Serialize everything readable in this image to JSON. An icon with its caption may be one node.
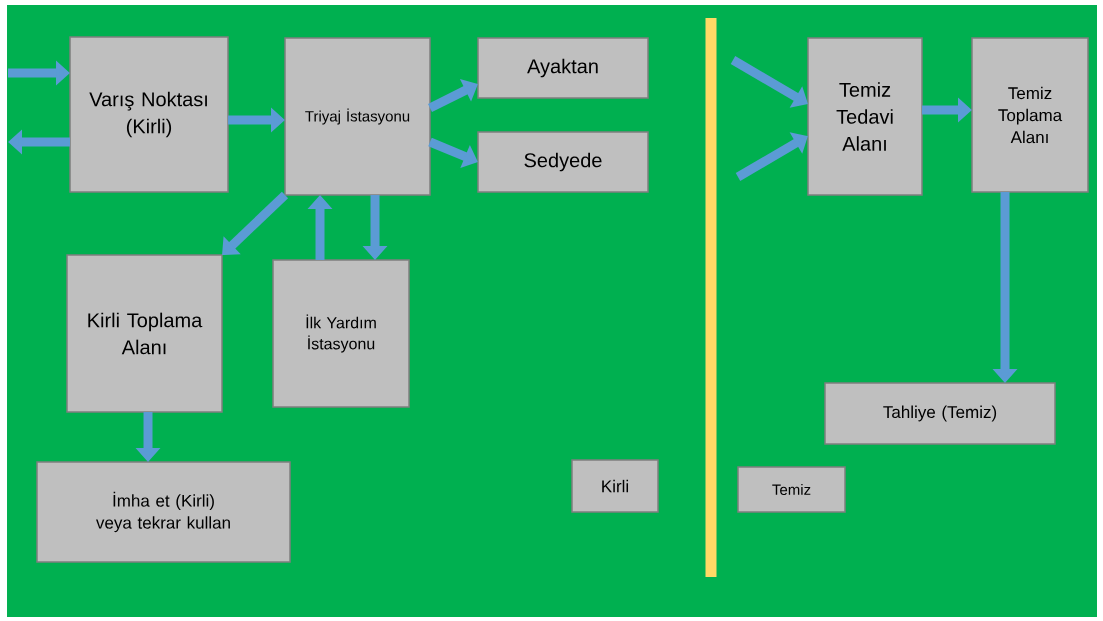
{
  "diagram": {
    "nodes": [
      {
        "text": [
          "Varış Noktası (Kirli)"
        ]
      },
      {
        "text": [
          "Triyaj İstasyonu"
        ]
      },
      {
        "text": [
          "Ayaktan"
        ]
      },
      {
        "text": [
          "Sedyede"
        ]
      },
      {
        "text": [
          "Kirli Toplama Alanı"
        ]
      },
      {
        "text": [
          "İlk Yardım İstasyonu"
        ]
      },
      {
        "text": [
          "İmha et (Kirli) veya tekrar kullan"
        ]
      },
      {
        "text": [
          "Kirli"
        ]
      },
      {
        "text": [
          "Temiz"
        ]
      },
      {
        "text": [
          "Temiz Tedavi Alanı"
        ]
      },
      {
        "text": [
          "Temiz Toplama Alanı"
        ]
      },
      {
        "text": [
          "Tahliye (Temiz)"
        ]
      }
    ],
    "edges": [
      {
        "from": null,
        "to": 0,
        "arrow": "to"
      },
      {
        "from": 0,
        "to": null,
        "arrow": "to"
      },
      {
        "from": 0,
        "to": 1,
        "arrow": "to"
      },
      {
        "from": 1,
        "to": 2,
        "arrow": "to"
      },
      {
        "from": 1,
        "to": 3,
        "arrow": "to"
      },
      {
        "from": 1,
        "to": 4,
        "arrow": "to"
      },
      {
        "from": 5,
        "to": 1,
        "arrow": "to"
      },
      {
        "from": 1,
        "to": 5,
        "arrow": "to"
      },
      {
        "from": 4,
        "to": 6,
        "arrow": "to"
      },
      {
        "from": null,
        "to": 9,
        "arrow": "to"
      },
      {
        "from": null,
        "to": 9,
        "arrow": "to"
      },
      {
        "from": 9,
        "to": 10,
        "arrow": "to"
      },
      {
        "from": 10,
        "to": 11,
        "arrow": "to"
      }
    ]
  }
}
